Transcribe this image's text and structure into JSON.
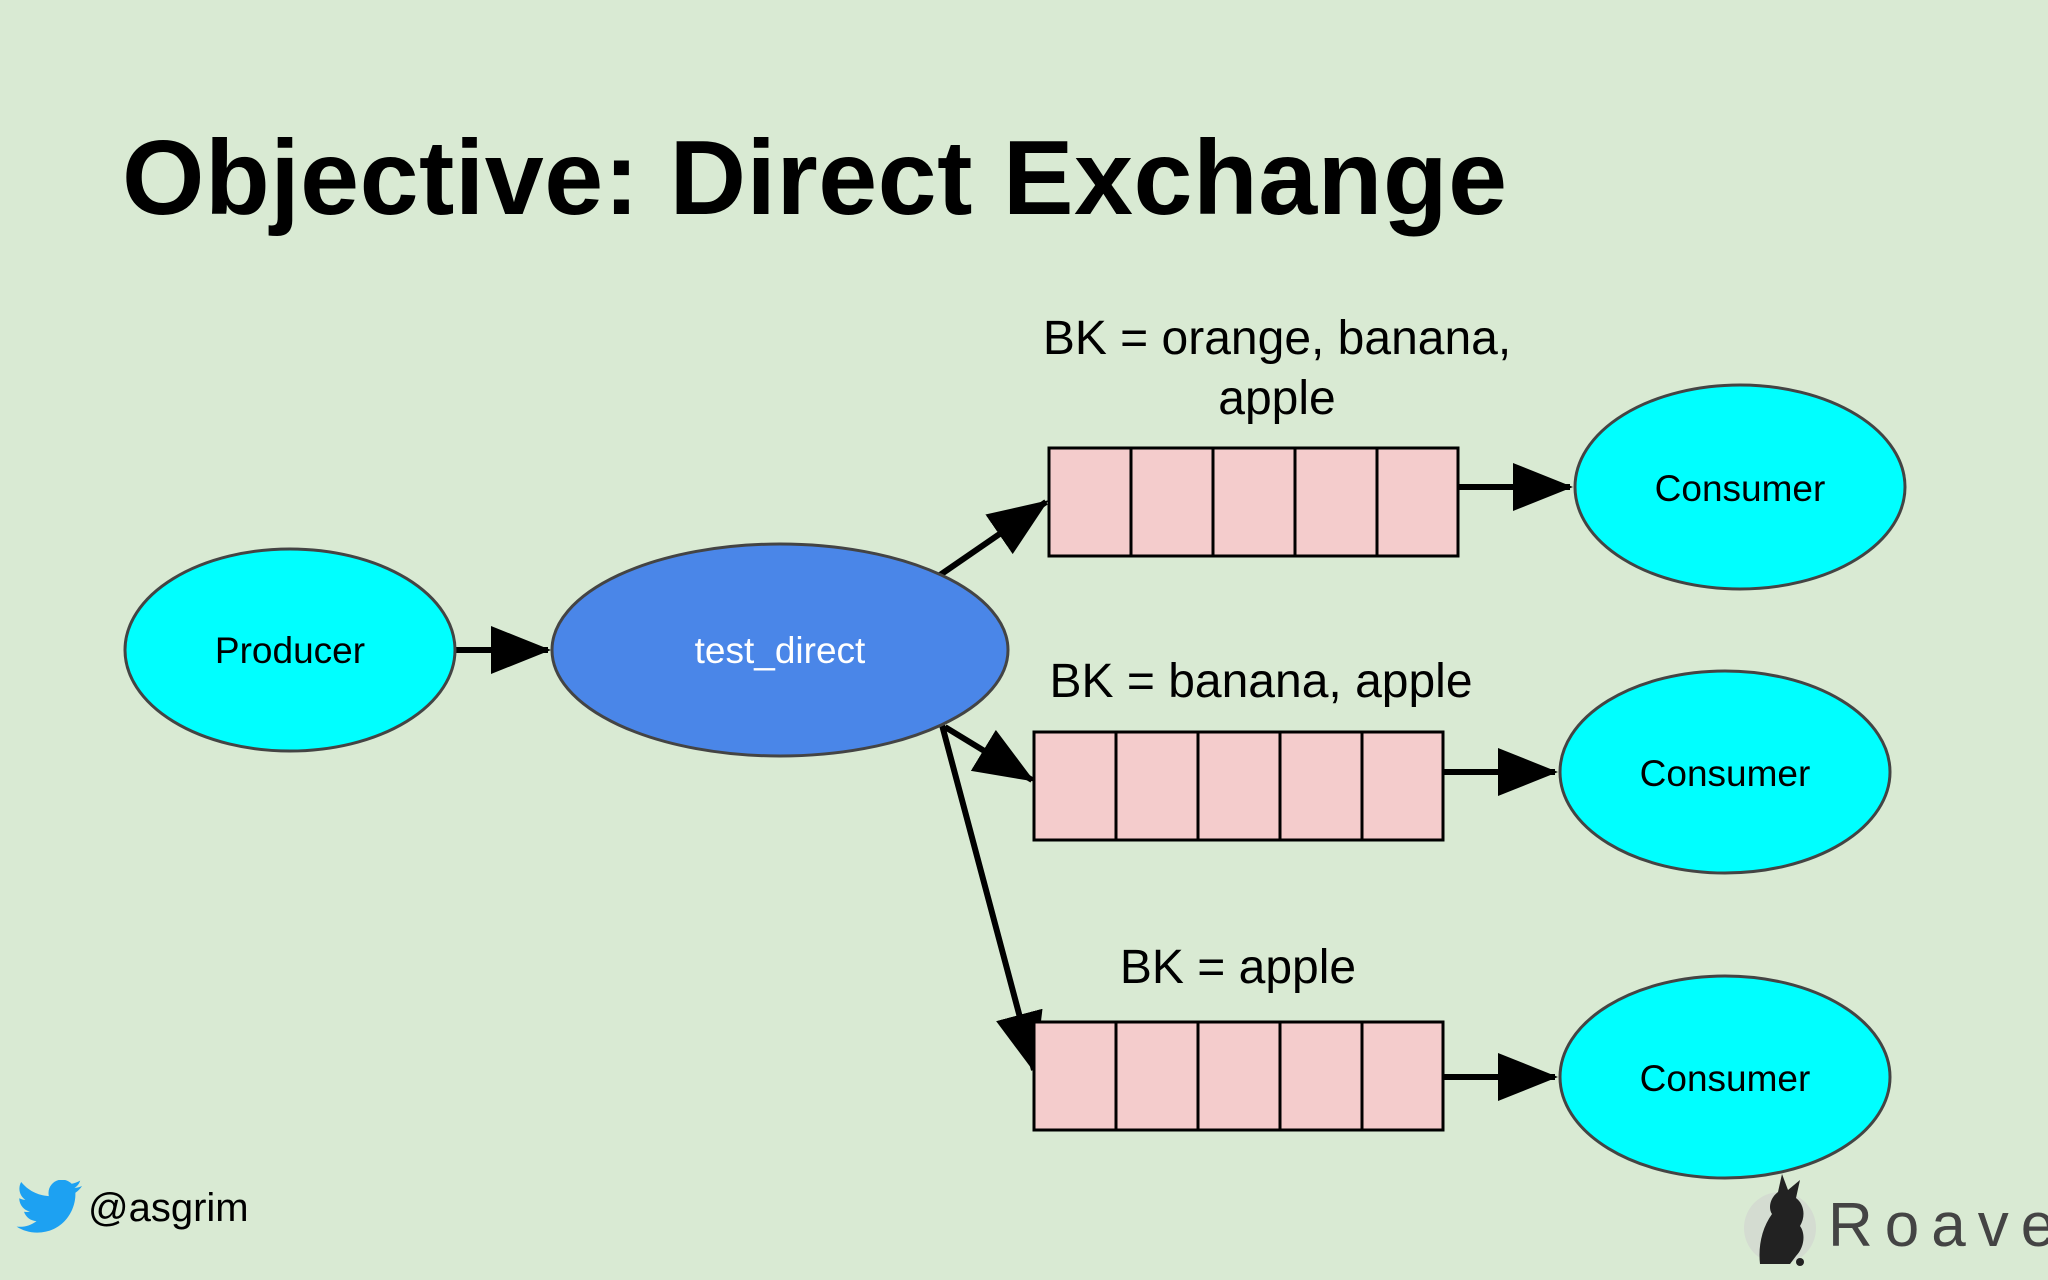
{
  "slide": {
    "title": "Objective: Direct Exchange"
  },
  "diagram": {
    "producer": "Producer",
    "exchange": "test_direct",
    "queues": [
      {
        "binding_line1": "BK = orange, banana,",
        "binding_line2": "apple",
        "consumer": "Consumer"
      },
      {
        "binding_line1": "BK = banana, apple",
        "binding_line2": "",
        "consumer": "Consumer"
      },
      {
        "binding_line1": "BK = apple",
        "binding_line2": "",
        "consumer": "Consumer"
      }
    ]
  },
  "colors": {
    "background": "#d9ead3",
    "producer_consumer_fill": "#00ffff",
    "exchange_fill": "#4a86e8",
    "queue_fill": "#f4cccc",
    "twitter_blue": "#1da1f2"
  },
  "footer": {
    "twitter_icon": "twitter-bird-icon",
    "handle": "@asgrim",
    "brand": "Roave",
    "brand_icon": "roave-logo-icon"
  }
}
